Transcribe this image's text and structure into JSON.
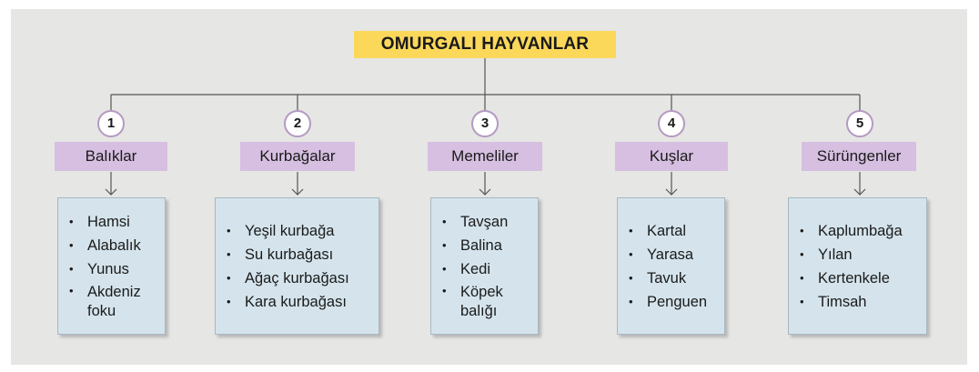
{
  "title": "OMURGALI HAYVANLAR",
  "groups": [
    {
      "number": "1",
      "name": "Balıklar",
      "items": [
        "Hamsi",
        "Alabalık",
        "Yunus",
        "Akdeniz foku"
      ]
    },
    {
      "number": "2",
      "name": "Kurbağalar",
      "items": [
        "Yeşil kurbağa",
        "Su kurbağası",
        "Ağaç kurbağası",
        "Kara kurbağası"
      ]
    },
    {
      "number": "3",
      "name": "Memeliler",
      "items": [
        "Tavşan",
        "Balina",
        "Kedi",
        "Köpek balığı"
      ]
    },
    {
      "number": "4",
      "name": "Kuşlar",
      "items": [
        "Kartal",
        "Yarasa",
        "Tavuk",
        "Penguen"
      ]
    },
    {
      "number": "5",
      "name": "Sürüngenler",
      "items": [
        "Kaplumbağa",
        "Yılan",
        "Kertenkele",
        "Timsah"
      ]
    }
  ],
  "colors": {
    "title_bg": "#fbd85a",
    "category_bg": "#d6bfe1",
    "list_bg": "#d5e4ec",
    "panel_bg": "#e6e6e4",
    "circle_border": "#b49ac2"
  }
}
